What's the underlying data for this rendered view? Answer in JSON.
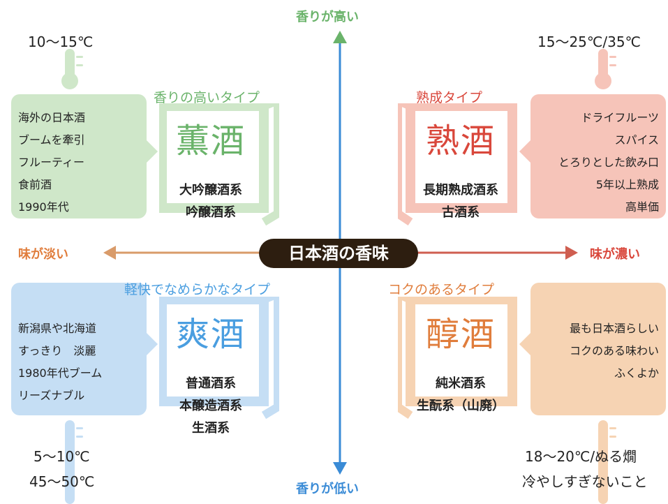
{
  "title": "日本酒の香味",
  "axes": {
    "top": "香りが高い",
    "bottom": "香りが低い",
    "left": "味が淡い",
    "right": "味が濃い"
  },
  "colors": {
    "green": "#6ab36a",
    "green_light": "#cfe7c9",
    "red": "#d9473b",
    "red_light": "#f6c4b9",
    "blue": "#4a9ee0",
    "blue_light": "#c5def4",
    "orange": "#e07d3c",
    "orange_light": "#f6d3b3",
    "axis_vertical": "#3a8bd6",
    "dark": "#2d1e10"
  },
  "quadrants": {
    "top_left": {
      "type_label": "香りの高いタイプ",
      "sake": "薫酒",
      "kinds": [
        "大吟醸酒系",
        "吟醸酒系"
      ],
      "desc": [
        "海外の日本酒",
        "ブームを牽引",
        "フルーティー",
        "食前酒",
        "1990年代"
      ],
      "temps": [
        "10～15℃"
      ]
    },
    "top_right": {
      "type_label": "熟成タイプ",
      "sake": "熟酒",
      "kinds": [
        "長期熟成酒系",
        "古酒系"
      ],
      "desc": [
        "ドライフルーツ",
        "スパイス",
        "とろりとした飲み口",
        "5年以上熟成",
        "高単価"
      ],
      "temps": [
        "15～25℃/35℃"
      ]
    },
    "bottom_left": {
      "type_label": "軽快でなめらかなタイプ",
      "sake": "爽酒",
      "kinds": [
        "普通酒系",
        "本醸造酒系",
        "生酒系"
      ],
      "desc": [
        "新潟県や北海道",
        "すっきり　淡麗",
        "1980年代ブーム",
        "リーズナブル"
      ],
      "temps": [
        "5～10℃",
        "45～50℃"
      ]
    },
    "bottom_right": {
      "type_label": "コクのあるタイプ",
      "sake": "醇酒",
      "kinds": [
        "純米酒系",
        "生酛系（山廃）"
      ],
      "desc": [
        "最も日本酒らしい",
        "コクのある味わい",
        "ふくよか"
      ],
      "temps": [
        "18～20℃/ぬる燗",
        "冷やしすぎないこと"
      ]
    }
  }
}
